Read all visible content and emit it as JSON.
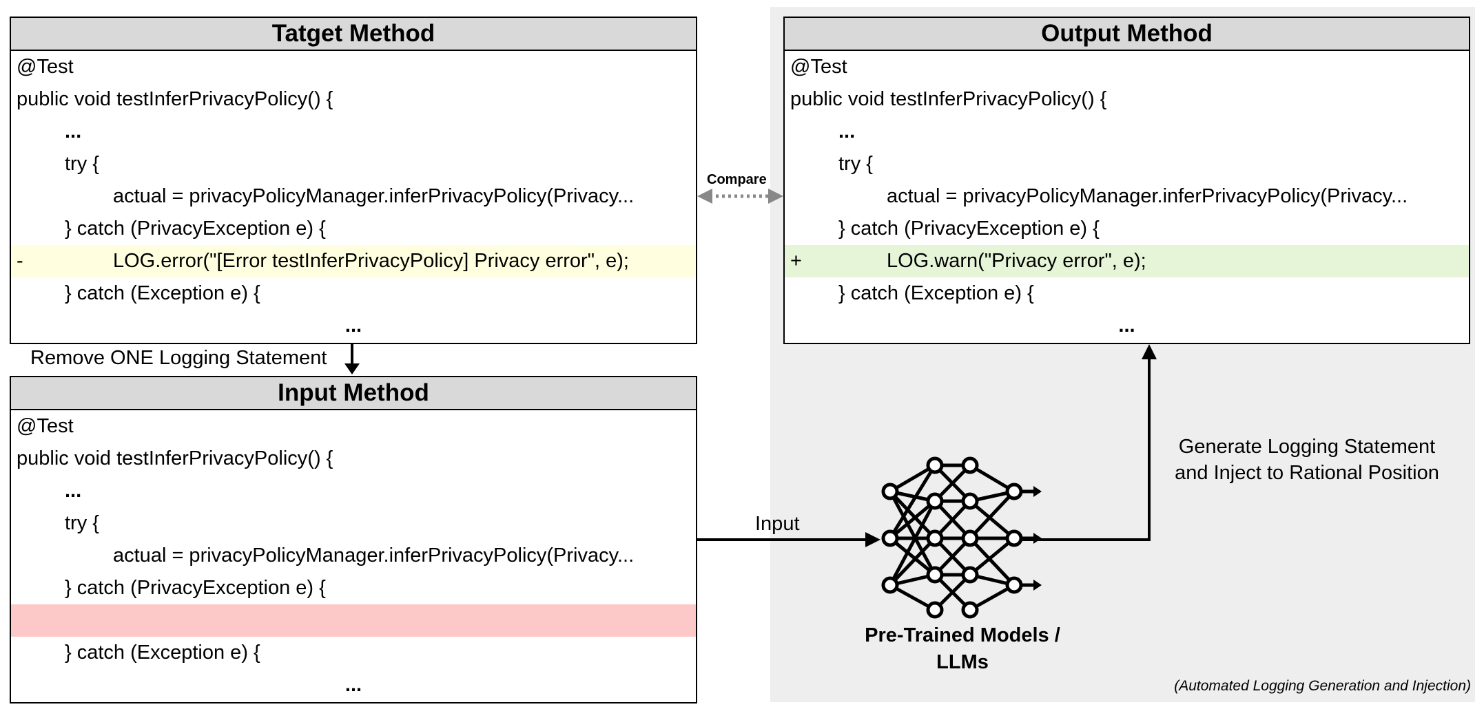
{
  "target_panel": {
    "title": "Tatget Method",
    "lines": [
      "@Test",
      "public void testInferPrivacyPolicy() {",
      "...",
      "try {",
      "actual = privacyPolicyManager.inferPrivacyPolicy(Privacy...",
      "} catch (PrivacyException e) {",
      "LOG.error(\"[Error testInferPrivacyPolicy] Privacy error\", e);",
      "} catch (Exception e) {",
      "..."
    ],
    "removed_marker": "-"
  },
  "input_panel": {
    "title": "Input Method",
    "lines": [
      "@Test",
      "public void testInferPrivacyPolicy() {",
      "...",
      "try {",
      "actual = privacyPolicyManager.inferPrivacyPolicy(Privacy...",
      "} catch (PrivacyException e) {",
      "",
      "} catch (Exception e) {",
      "..."
    ]
  },
  "output_panel": {
    "title": "Output Method",
    "lines": [
      "@Test",
      "public void testInferPrivacyPolicy() {",
      "...",
      "try {",
      "actual = privacyPolicyManager.inferPrivacyPolicy(Privacy...",
      "} catch (PrivacyException e) {",
      "LOG.warn(\"Privacy error\", e);",
      "} catch (Exception e) {",
      "..."
    ],
    "added_marker": "+"
  },
  "labels": {
    "remove": "Remove ONE Logging Statement",
    "compare": "Compare",
    "input": "Input",
    "generate_line1": "Generate Logging Statement",
    "generate_line2": "and Inject to Rational Position",
    "model_line1": "Pre-Trained Models /",
    "model_line2": "LLMs",
    "region_caption": "(Automated Logging Generation and Injection)"
  },
  "colors": {
    "removed_highlight": "#ffffe0",
    "added_highlight": "#e6f5d8",
    "empty_highlight": "#fcc8c8",
    "region_background": "#eeeeee",
    "title_background": "#d9d9d9"
  }
}
